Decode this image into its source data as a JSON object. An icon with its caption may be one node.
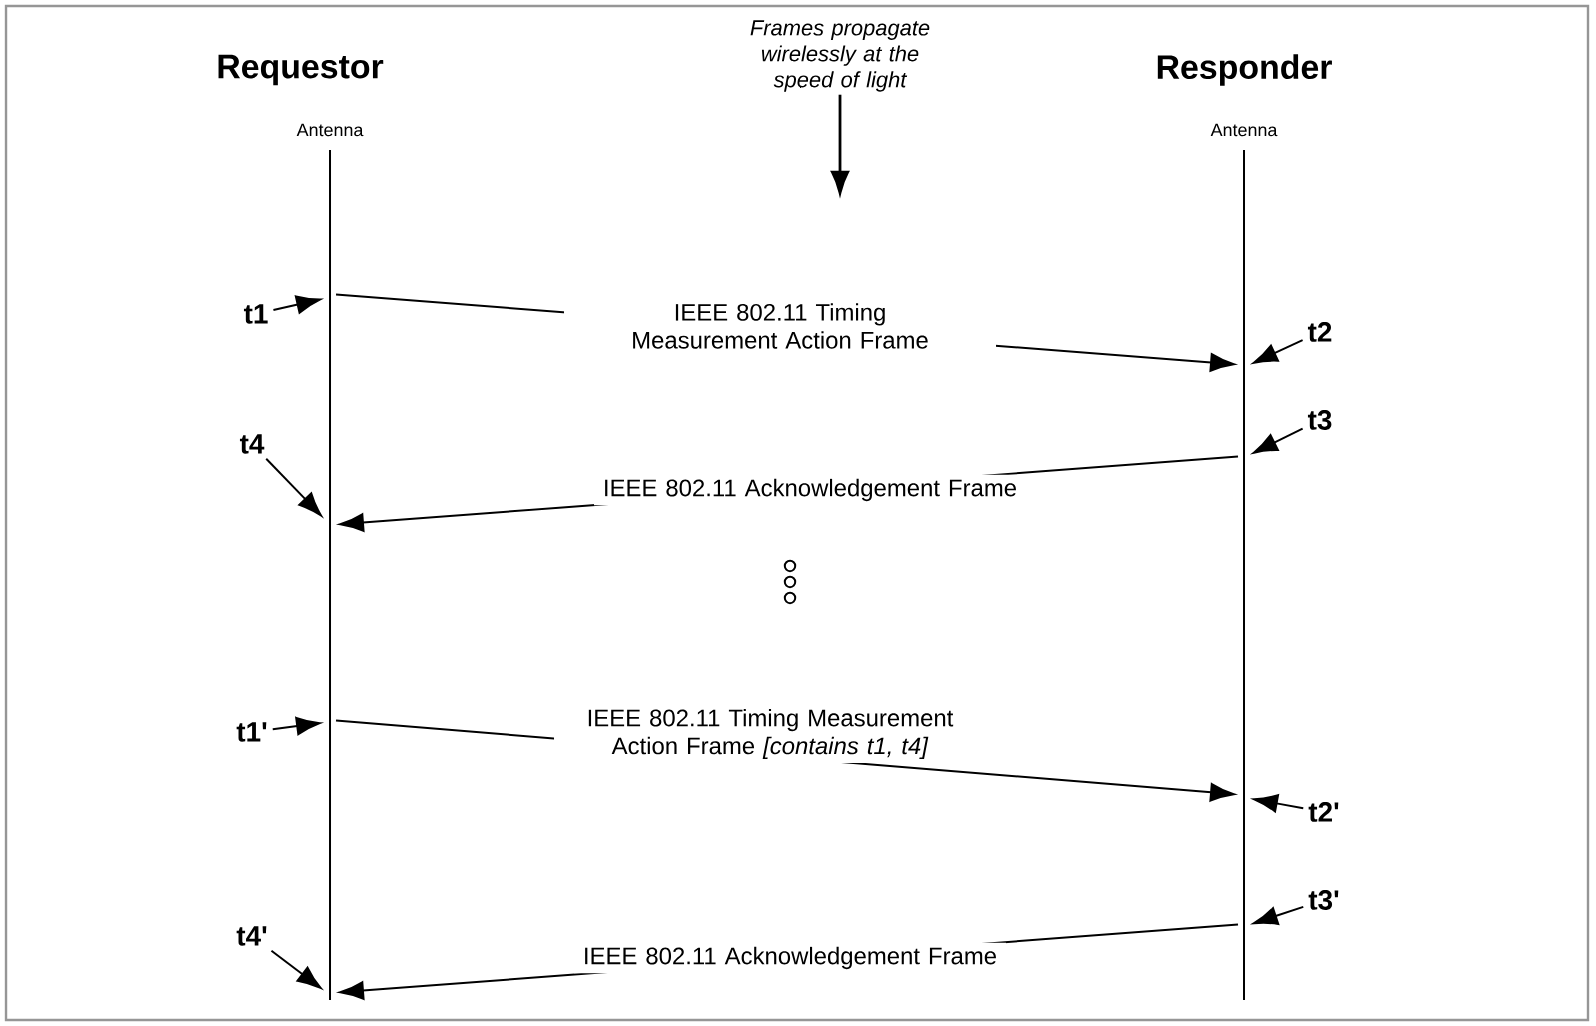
{
  "diagram": {
    "nodes": [
      {
        "text": [],
        "shape": "line",
        "beside": [
          "Antenna"
        ]
      },
      {
        "text": [],
        "shape": "line",
        "beside": [
          "Antenna"
        ]
      },
      {
        "text": [
          "Frames propagate wirelessly at the speed of light"
        ]
      },
      {
        "text": [
          "t1"
        ]
      },
      {
        "text": [
          "t2"
        ]
      },
      {
        "text": [
          "t3"
        ]
      },
      {
        "text": [
          "t4"
        ]
      },
      {
        "text": [
          "t1'"
        ]
      },
      {
        "text": [
          "t2'"
        ]
      },
      {
        "text": [
          "t3'"
        ]
      },
      {
        "text": [
          "t4'"
        ]
      }
    ],
    "edges": [
      {
        "from": 2,
        "to": null,
        "arrow": "to"
      },
      {
        "from": 0,
        "to": 1,
        "arrow": "to",
        "label": "IEEE 802.11 Timing Measurement Action Frame"
      },
      {
        "from": 1,
        "to": 0,
        "arrow": "to",
        "label": "IEEE 802.11 Acknowledgement Frame"
      },
      {
        "from": 0,
        "to": 1,
        "arrow": "to",
        "label": "IEEE 802.11 Timing Measurement Action Frame *[contains t1, t4]*"
      },
      {
        "from": 1,
        "to": 0,
        "arrow": "to",
        "label": "IEEE 802.11 Acknowledgement Frame"
      },
      {
        "from": 3,
        "to": 0,
        "arrow": "to"
      },
      {
        "from": 4,
        "to": 1,
        "arrow": "to"
      },
      {
        "from": 5,
        "to": 1,
        "arrow": "to"
      },
      {
        "from": 6,
        "to": 0,
        "arrow": "to"
      },
      {
        "from": 7,
        "to": 0,
        "arrow": "to"
      },
      {
        "from": 8,
        "to": 1,
        "arrow": "to"
      },
      {
        "from": 9,
        "to": 1,
        "arrow": "to"
      },
      {
        "from": 10,
        "to": 0,
        "arrow": "to"
      }
    ],
    "labels": [
      "Requestor",
      "Responder"
    ]
  }
}
